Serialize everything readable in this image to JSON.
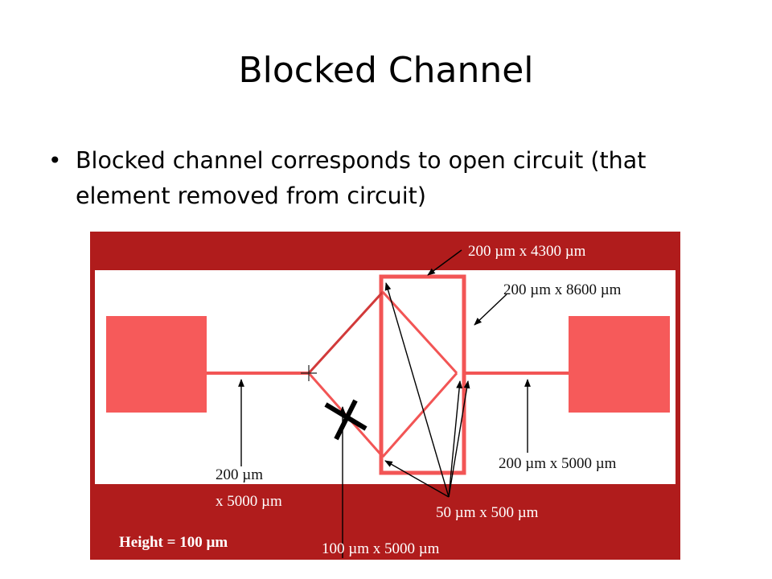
{
  "slide": {
    "title": "Blocked Channel",
    "bullets": [
      "Blocked channel corresponds to open circuit (that element removed from circuit)"
    ]
  },
  "diagram": {
    "labels": {
      "top_channel": "200 µm x 4300 µm",
      "right_channel": "200 µm x 8600 µm",
      "left_inlet_line1": "200 µm",
      "left_inlet_line2": "x 5000 µm",
      "right_outlet": "200 µm x 5000 µm",
      "diagonals": "50 µm x 500 µm",
      "bottom_channel": "100 µm x 5000 µm",
      "height": "Height = 100 µm"
    },
    "blocked_marker": "x",
    "colors": {
      "frame": "#b01c1c",
      "channel": "#f25555",
      "reservoir": "#f65a5a",
      "background": "#ffffff",
      "arrow": "#000000"
    }
  }
}
